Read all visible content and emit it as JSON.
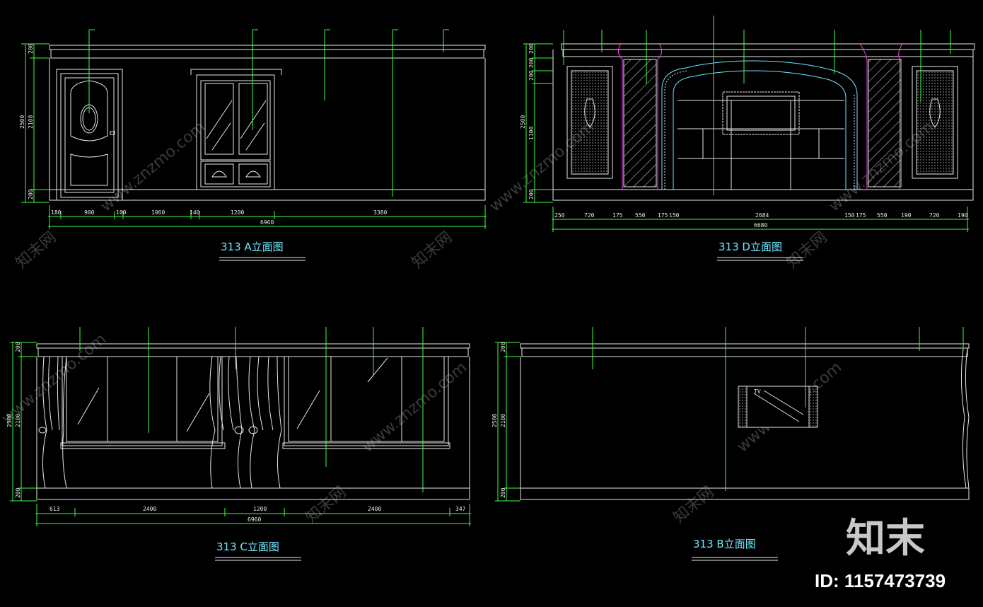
{
  "views": [
    {
      "id": "A",
      "title": "313  A立面图",
      "total": "6960",
      "segments": [
        "180",
        "900",
        "100",
        "1060",
        "140",
        "1200",
        "3380"
      ],
      "heights": [
        "200",
        "2100",
        "200"
      ],
      "height_total": "2500"
    },
    {
      "id": "D",
      "title": "313  D立面图",
      "total": "6680",
      "segments": [
        "250",
        "720",
        "175",
        "550",
        "175",
        "150",
        "2684",
        "150",
        "175",
        "550",
        "190",
        "720",
        "190"
      ],
      "heights": [
        "200",
        "200",
        "200",
        "1100",
        "200"
      ],
      "height_total": "2500"
    },
    {
      "id": "C",
      "title": "313  C立面图",
      "total": "6960",
      "segments": [
        "613",
        "2400",
        "1200",
        "2400",
        "347"
      ],
      "heights": [
        "200",
        "2100",
        "200"
      ],
      "height_total": "2500"
    },
    {
      "id": "B",
      "title": "313  B立面图",
      "total": "",
      "segments": [],
      "heights": [
        "200",
        "2100",
        "200"
      ],
      "height_total": "2500",
      "tv_label": "TV"
    }
  ],
  "watermark": {
    "site": "www.znzmo.com",
    "cn": "知末网",
    "logo": "知末",
    "id": "ID: 1157473739"
  },
  "colors": {
    "background": "#000000",
    "lines": "#e8e8e8",
    "dim_lines": "#40ff40",
    "title": "#6ee8ff",
    "accent_magenta": "#ff40ff"
  }
}
